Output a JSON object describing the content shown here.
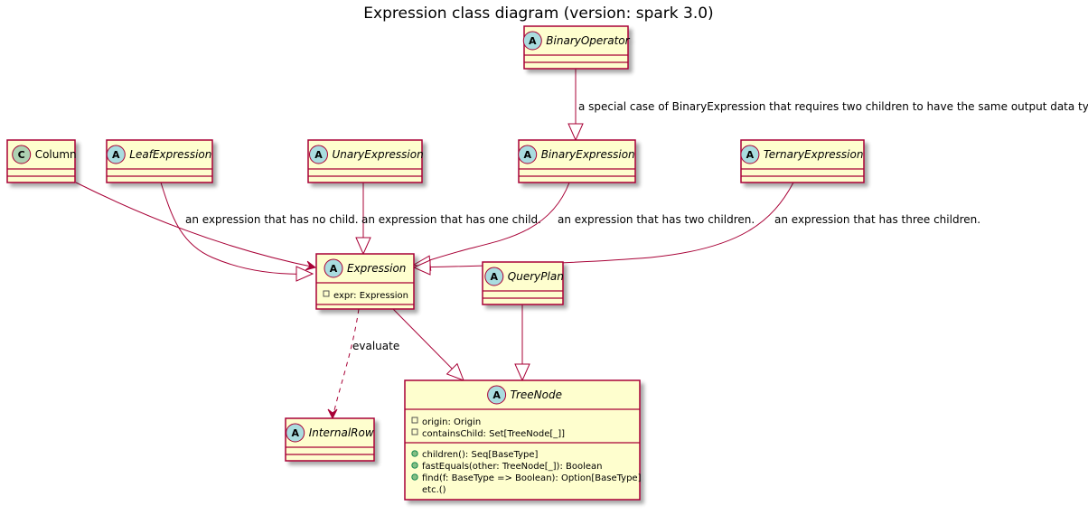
{
  "title": "Expression class diagram (version: spark 3.0)",
  "colors": {
    "class_fill": "#FEFECE",
    "class_border": "#A80036",
    "abstract_badge": "#A9DCDF",
    "class_badge": "#ADD1B2",
    "edge": "#A80036"
  },
  "classes": [
    {
      "id": "BinaryOperator",
      "name": "BinaryOperator",
      "kind": "abstract",
      "fields": [],
      "methods": []
    },
    {
      "id": "Column",
      "name": "Column",
      "kind": "class",
      "fields": [],
      "methods": []
    },
    {
      "id": "LeafExpression",
      "name": "LeafExpression",
      "kind": "abstract",
      "fields": [],
      "methods": []
    },
    {
      "id": "UnaryExpression",
      "name": "UnaryExpression",
      "kind": "abstract",
      "fields": [],
      "methods": []
    },
    {
      "id": "BinaryExpression",
      "name": "BinaryExpression",
      "kind": "abstract",
      "fields": [],
      "methods": []
    },
    {
      "id": "TernaryExpression",
      "name": "TernaryExpression",
      "kind": "abstract",
      "fields": [],
      "methods": []
    },
    {
      "id": "Expression",
      "name": "Expression",
      "kind": "abstract",
      "fields": [
        {
          "vis": "private",
          "text": "expr: Expression"
        }
      ],
      "methods": []
    },
    {
      "id": "QueryPlan",
      "name": "QueryPlan",
      "kind": "abstract",
      "fields": [],
      "methods": []
    },
    {
      "id": "InternalRow",
      "name": "InternalRow",
      "kind": "abstract",
      "fields": [],
      "methods": []
    },
    {
      "id": "TreeNode",
      "name": "TreeNode",
      "kind": "abstract",
      "fields": [
        {
          "vis": "private",
          "text": "origin: Origin"
        },
        {
          "vis": "private",
          "text": "containsChild: Set[TreeNode[_]]"
        }
      ],
      "methods": [
        {
          "vis": "public",
          "text": "children(): Seq[BaseType]"
        },
        {
          "vis": "public",
          "text": "fastEquals(other: TreeNode[_]): Boolean"
        },
        {
          "vis": "public",
          "text": "find(f: BaseType => Boolean): Option[BaseType]"
        },
        {
          "vis": "none",
          "text": "etc.()"
        }
      ]
    }
  ],
  "edges": [
    {
      "from": "BinaryOperator",
      "to": "BinaryExpression",
      "type": "extends",
      "label": "a special case of BinaryExpression that requires two children to have the same output data type."
    },
    {
      "from": "Column",
      "to": "Expression",
      "type": "association",
      "label": ""
    },
    {
      "from": "LeafExpression",
      "to": "Expression",
      "type": "extends",
      "label": "an expression that has no child."
    },
    {
      "from": "UnaryExpression",
      "to": "Expression",
      "type": "extends",
      "label": "an expression that has one child."
    },
    {
      "from": "BinaryExpression",
      "to": "Expression",
      "type": "extends",
      "label": "an expression that has two children."
    },
    {
      "from": "TernaryExpression",
      "to": "Expression",
      "type": "extends",
      "label": "an expression that has three children."
    },
    {
      "from": "Expression",
      "to": "InternalRow",
      "type": "dependency",
      "label": "evaluate"
    },
    {
      "from": "Expression",
      "to": "TreeNode",
      "type": "extends",
      "label": ""
    },
    {
      "from": "QueryPlan",
      "to": "TreeNode",
      "type": "extends",
      "label": ""
    }
  ]
}
